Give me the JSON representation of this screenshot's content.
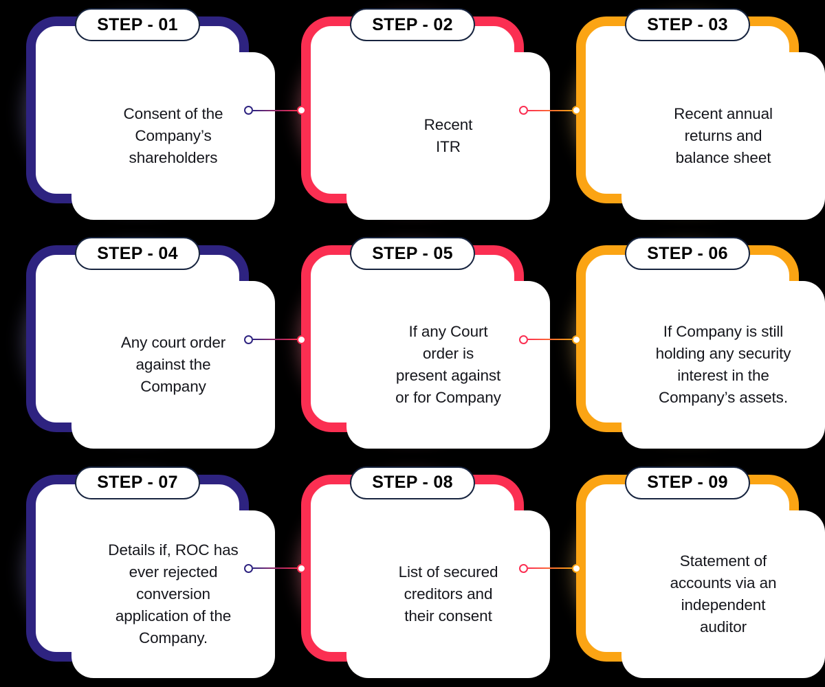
{
  "page": {
    "title": "Documents required - 9 step checklist",
    "background_color": "#000000"
  },
  "palette": {
    "purple": "#2E2380",
    "purple_glow": "#8F86C9",
    "red": "#FB2F52",
    "red_glow": "#FF8097",
    "orange": "#FBA414",
    "orange_glow": "#FFC76B",
    "badge_border": "#17243F",
    "badge_text": "#000000",
    "card_text": "#15161C",
    "card_fill": "#FFFFFF"
  },
  "steps": [
    {
      "id": "step-01",
      "badge": "STEP - 01",
      "text": "Consent of the\nCompany’s\nshareholders",
      "color_key": "purple"
    },
    {
      "id": "step-02",
      "badge": "STEP - 02",
      "text": "Recent\nITR",
      "color_key": "red"
    },
    {
      "id": "step-03",
      "badge": "STEP - 03",
      "text": "Recent annual\nreturns and\nbalance sheet",
      "color_key": "orange"
    },
    {
      "id": "step-04",
      "badge": "STEP - 04",
      "text": "Any court order\nagainst the\nCompany",
      "color_key": "purple"
    },
    {
      "id": "step-05",
      "badge": "STEP - 05",
      "text": "If any Court\norder is\npresent against\nor for Company",
      "color_key": "red"
    },
    {
      "id": "step-06",
      "badge": "STEP - 06",
      "text": "If Company is still\nholding any security\ninterest in the\nCompany’s assets.",
      "color_key": "orange"
    },
    {
      "id": "step-07",
      "badge": "STEP - 07",
      "text": "Details if, ROC has\never rejected\nconversion\napplication of the\nCompany.",
      "color_key": "purple"
    },
    {
      "id": "step-08",
      "badge": "STEP - 08",
      "text": "List of secured\ncreditors and\ntheir consent",
      "color_key": "red"
    },
    {
      "id": "step-09",
      "badge": "STEP - 09",
      "text": "Statement of\naccounts via an\nindependent\nauditor",
      "color_key": "orange"
    }
  ],
  "connectors": [
    {
      "id": "connector-01-02",
      "from": "step-01",
      "to": "step-02",
      "row": 0,
      "left_color_key": "purple",
      "right_color_key": "red"
    },
    {
      "id": "connector-02-03",
      "from": "step-02",
      "to": "step-03",
      "row": 0,
      "left_color_key": "red",
      "right_color_key": "orange"
    },
    {
      "id": "connector-04-05",
      "from": "step-04",
      "to": "step-05",
      "row": 1,
      "left_color_key": "purple",
      "right_color_key": "red"
    },
    {
      "id": "connector-05-06",
      "from": "step-05",
      "to": "step-06",
      "row": 1,
      "left_color_key": "red",
      "right_color_key": "orange"
    },
    {
      "id": "connector-07-08",
      "from": "step-07",
      "to": "step-08",
      "row": 2,
      "left_color_key": "purple",
      "right_color_key": "red"
    },
    {
      "id": "connector-08-09",
      "from": "step-08",
      "to": "step-09",
      "row": 2,
      "left_color_key": "red",
      "right_color_key": "orange"
    }
  ]
}
